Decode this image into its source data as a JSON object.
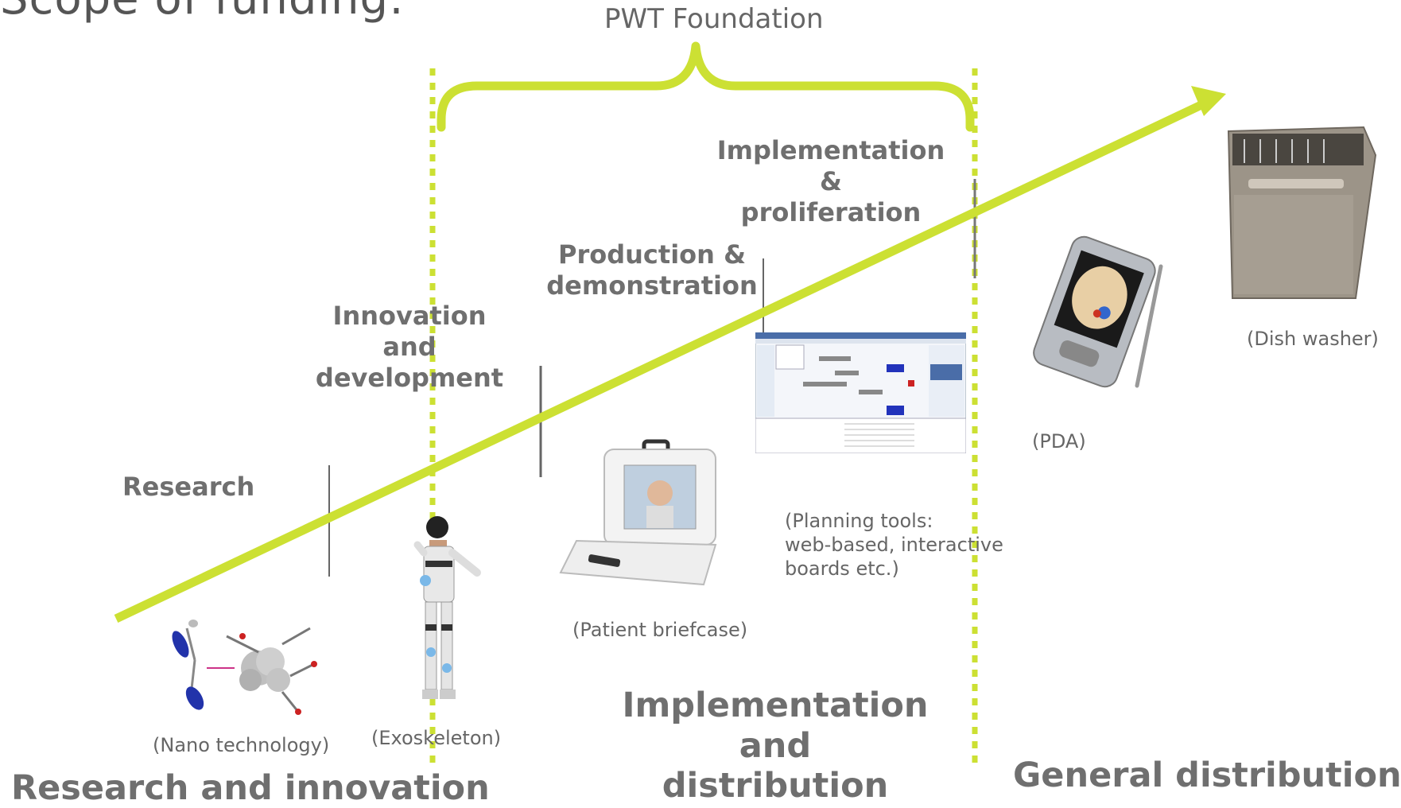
{
  "title": "Scope of funding:",
  "foundation": "PWT Foundation",
  "stages": {
    "research": "Research",
    "innovation": [
      "Innovation",
      "and",
      "development"
    ],
    "production": [
      "Production &",
      "demonstration"
    ],
    "implementation": [
      "Implementation",
      "&",
      "proliferation"
    ]
  },
  "captions": {
    "nano": "(Nano technology)",
    "exoskeleton": "(Exoskeleton)",
    "briefcase": "(Patient briefcase)",
    "planning": [
      "(Planning tools:",
      "web-based, interactive",
      "boards etc.)"
    ],
    "pda": "(PDA)",
    "dishwasher": "(Dish washer)"
  },
  "bottom": {
    "research": "Research and innovation",
    "implementation": [
      "Implementation",
      "and",
      "distribution"
    ],
    "general": "General distribution"
  },
  "colors": {
    "accent": "#cce033",
    "text": "#666666",
    "heading": "#6f6f6f"
  }
}
